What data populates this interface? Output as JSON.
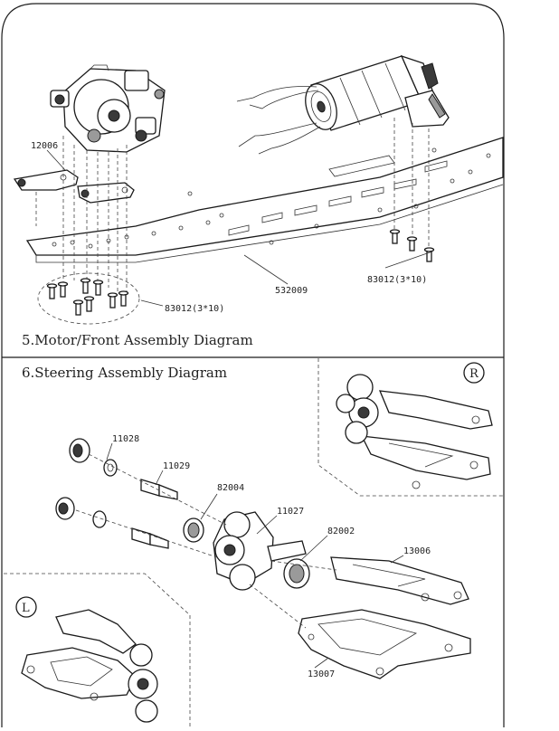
{
  "section_motor": {
    "title": "5.Motor/Front Assembly Diagram",
    "labels": {
      "part_12006": "12006",
      "part_83012_left": "83012(3*10)",
      "part_532009": "532009",
      "part_83012_right": "83012(3*10)"
    }
  },
  "section_steering": {
    "title": "6.Steering Assembly Diagram",
    "badge_right": "R",
    "badge_left": "L",
    "labels": {
      "part_11028": "11028",
      "part_11029": "11029",
      "part_82004": "82004",
      "part_11027": "11027",
      "part_82002": "82002",
      "part_13006": "13006",
      "part_13007": "13007"
    }
  }
}
